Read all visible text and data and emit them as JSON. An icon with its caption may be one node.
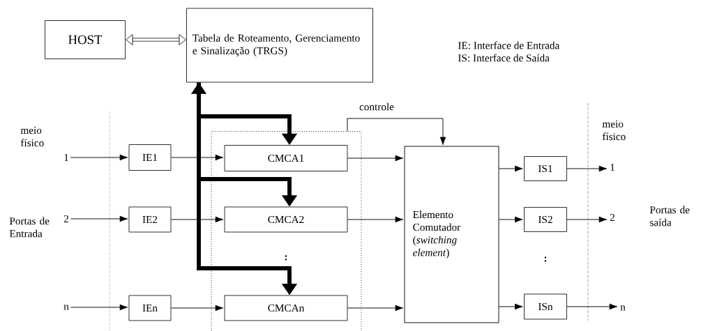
{
  "diagram": {
    "nodes": [
      {
        "text": [
          "HOST"
        ]
      },
      {
        "text": [
          "Tabela de Roteamento, Gerenciamento e Sinalização (TRGS)"
        ]
      },
      {
        "text": [],
        "shape": "box"
      },
      {
        "text": [
          "1"
        ]
      },
      {
        "text": [
          "2"
        ]
      },
      {
        "text": [
          "n"
        ]
      },
      {
        "text": [
          "IE1"
        ]
      },
      {
        "text": [
          "IE2"
        ]
      },
      {
        "text": [
          "IEn"
        ]
      },
      {
        "text": [
          "CMCA1"
        ],
        "in": 2
      },
      {
        "text": [
          "CMCA2"
        ],
        "in": 2
      },
      {
        "text": [
          "CMCAn"
        ],
        "in": 2
      },
      {
        "text": [
          "Elemento Comutador (*switching element*)"
        ]
      },
      {
        "text": [
          "IS1"
        ]
      },
      {
        "text": [
          "IS2"
        ]
      },
      {
        "text": [
          "ISn"
        ]
      },
      {
        "text": [
          "1"
        ]
      },
      {
        "text": [
          "2"
        ]
      },
      {
        "text": [
          "n"
        ]
      }
    ],
    "edges": [
      {
        "from": 0,
        "to": 1,
        "arrow": "both",
        "style": "thick"
      },
      {
        "from": 1,
        "to": 9,
        "arrow": "both",
        "style": "thick"
      },
      {
        "from": 1,
        "to": 10,
        "arrow": "to",
        "style": "thick"
      },
      {
        "from": 1,
        "to": 11,
        "arrow": "to",
        "style": "thick"
      },
      {
        "from": 2,
        "to": 12,
        "arrow": "to",
        "label": "controle"
      },
      {
        "from": 3,
        "to": 6,
        "arrow": "to"
      },
      {
        "from": 4,
        "to": 7,
        "arrow": "to"
      },
      {
        "from": 5,
        "to": 8,
        "arrow": "to"
      },
      {
        "from": 6,
        "to": 9,
        "arrow": "to"
      },
      {
        "from": 7,
        "to": 10,
        "arrow": "to"
      },
      {
        "from": 8,
        "to": 11,
        "arrow": "to"
      },
      {
        "from": 9,
        "to": 12,
        "arrow": "to"
      },
      {
        "from": 10,
        "to": 12,
        "arrow": "to"
      },
      {
        "from": 11,
        "to": 12,
        "arrow": "to"
      },
      {
        "from": 12,
        "to": 13,
        "arrow": "to"
      },
      {
        "from": 12,
        "to": 14,
        "arrow": "to"
      },
      {
        "from": 12,
        "to": 15,
        "arrow": "to"
      },
      {
        "from": 13,
        "to": 16,
        "arrow": "to"
      },
      {
        "from": 14,
        "to": 17,
        "arrow": "to"
      },
      {
        "from": 15,
        "to": 18,
        "arrow": "to"
      }
    ],
    "labels": [
      "IE: Interface de Entrada",
      "IS: Interface de Saída",
      "meio físico",
      "meio físico",
      "Portas de Entrada",
      "Portas de saída",
      ":",
      ":"
    ]
  }
}
